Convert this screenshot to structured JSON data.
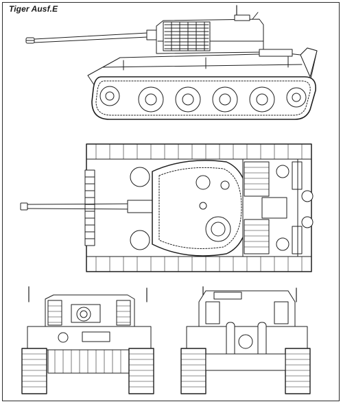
{
  "sheet": {
    "title": "Tiger Ausf.E"
  },
  "colors": {
    "ink": "#1e1e1e",
    "paper": "#ffffff",
    "shade": "#d9d9d9"
  },
  "views": [
    "side-view",
    "top-view",
    "front-view",
    "rear-view"
  ]
}
